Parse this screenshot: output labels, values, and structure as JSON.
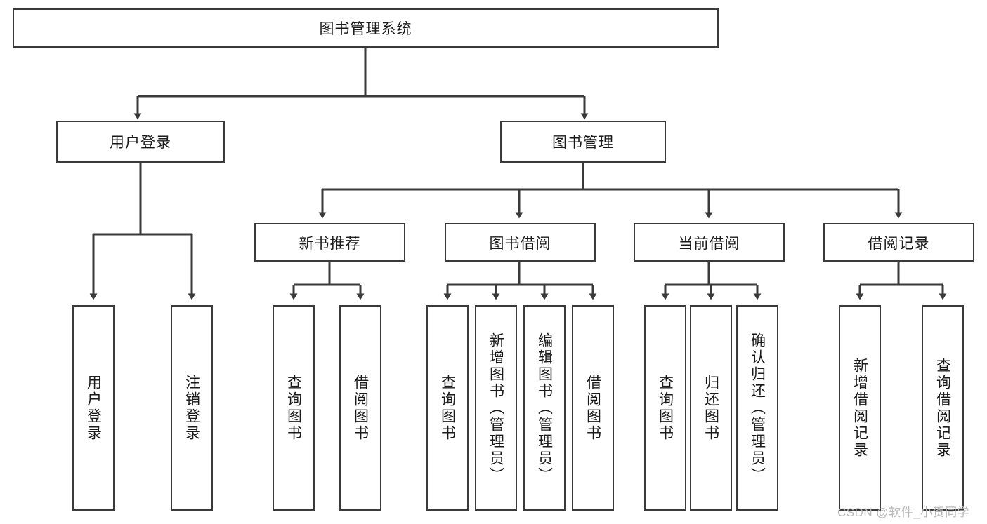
{
  "diagram": {
    "title": "图书管理系统",
    "watermark": "CSDN @软件_小贺同学",
    "levels": {
      "root": {
        "label": "图书管理系统"
      },
      "level2": [
        {
          "label": "用户登录"
        },
        {
          "label": "图书管理"
        }
      ],
      "level3": [
        {
          "label": "新书推荐"
        },
        {
          "label": "图书借阅"
        },
        {
          "label": "当前借阅"
        },
        {
          "label": "借阅记录"
        }
      ],
      "leaves": [
        {
          "label": "用户登录"
        },
        {
          "label": "注销登录"
        },
        {
          "label": "查询图书"
        },
        {
          "label": "借阅图书"
        },
        {
          "label": "查询图书"
        },
        {
          "label": "新增图书（管理员）"
        },
        {
          "label": "编辑图书（管理员）"
        },
        {
          "label": "借阅图书"
        },
        {
          "label": "查询图书"
        },
        {
          "label": "归还图书"
        },
        {
          "label": "确认归还（管理员）"
        },
        {
          "label": "新增借阅记录"
        },
        {
          "label": "查询借阅记录"
        }
      ]
    },
    "colors": {
      "stroke": "#3a3a3a",
      "background": "#ffffff",
      "text": "#1a1a1a",
      "watermark": "#b9b9b9"
    }
  }
}
